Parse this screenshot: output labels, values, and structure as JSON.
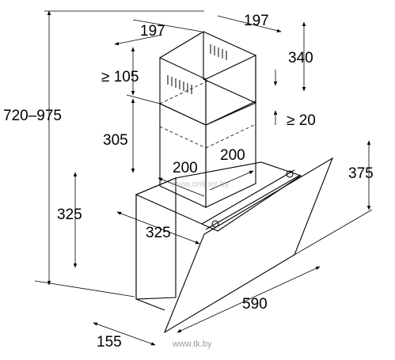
{
  "dimensions": {
    "total_height": "720–975",
    "chimney_width_left": "197",
    "chimney_width_right": "197",
    "upper_min_gap": "≥ 105",
    "upper_section_height": "340",
    "lower_section_height": "305",
    "side_min_gap": "≥ 20",
    "chimney_depth_left": "200",
    "chimney_depth_right": "200",
    "body_height": "325",
    "body_depth": "325",
    "glass_height": "375",
    "hood_width": "590",
    "bottom_depth": "155"
  },
  "watermark": "www.onliner.by",
  "source_url": "www.tk.by"
}
